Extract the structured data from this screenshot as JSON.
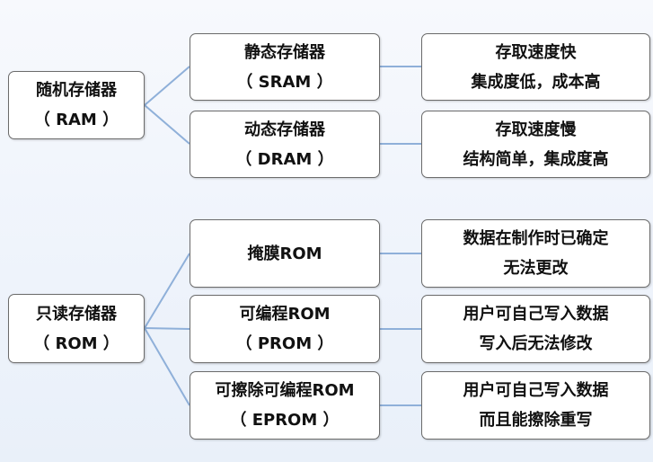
{
  "diagram": {
    "ram": {
      "category": {
        "line1": "随机存储器",
        "line2": "（ RAM ）"
      },
      "types": [
        {
          "name": {
            "line1": "静态存储器",
            "line2": "（ SRAM ）"
          },
          "desc": {
            "line1": "存取速度快",
            "line2": "集成度低，成本高"
          }
        },
        {
          "name": {
            "line1": "动态存储器",
            "line2": "（ DRAM ）"
          },
          "desc": {
            "line1": "存取速度慢",
            "line2": "结构简单，集成度高"
          }
        }
      ]
    },
    "rom": {
      "category": {
        "line1": "只读存储器",
        "line2": "（ ROM ）"
      },
      "types": [
        {
          "name": {
            "line1": "掩膜ROM"
          },
          "desc": {
            "line1": "数据在制作时已确定",
            "line2": "无法更改"
          }
        },
        {
          "name": {
            "line1": "可编程ROM",
            "line2": "（ PROM ）"
          },
          "desc": {
            "line1": "用户可自己写入数据",
            "line2": "写入后无法修改"
          }
        },
        {
          "name": {
            "line1": "可擦除可编程ROM",
            "line2": "（ EPROM ）"
          },
          "desc": {
            "line1": "用户可自己写入数据",
            "line2": "而且能擦除重写"
          }
        }
      ]
    },
    "colors": {
      "connector": "#8fb0d9",
      "box_border": "#6b6b6b",
      "background": "#eef3fb"
    }
  }
}
